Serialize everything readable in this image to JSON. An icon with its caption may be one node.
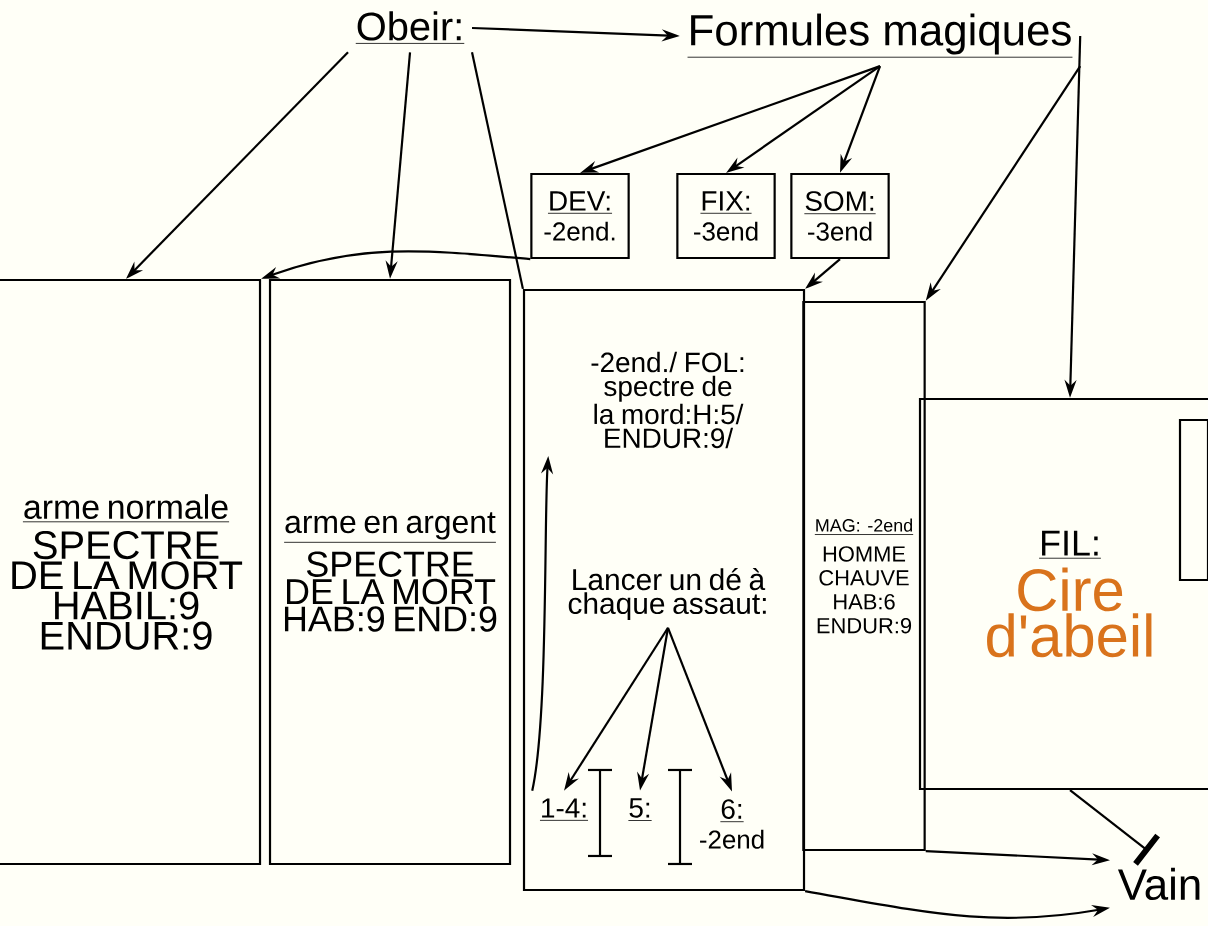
{
  "diagram": {
    "nodes": [
      {
        "text": [
          "Obeir:"
        ]
      },
      {
        "text": [
          "Formules magiques"
        ]
      },
      {
        "text": [
          "DEV:",
          "-2end."
        ]
      },
      {
        "text": [
          "FIX:",
          "-3end"
        ]
      },
      {
        "text": [
          "SOM:",
          "-3end"
        ]
      },
      {
        "text": [
          "arme normale",
          "SPECTRE DE LA MORT HABIL:9 ENDUR:9"
        ]
      },
      {
        "text": [
          "arme en argent",
          "SPECTRE DE LA MORT HAB:9 END:9"
        ]
      },
      {
        "text": [],
        "shape": "box"
      },
      {
        "text": [
          "-2end./ FOL: spectre de la mord:H:5/ ENDUR:9/"
        ],
        "in": 7
      },
      {
        "text": [
          "Lancer un dé à chaque assaut:"
        ],
        "in": 7
      },
      {
        "text": [
          "1-4:"
        ],
        "in": 7
      },
      {
        "text": [
          "5:"
        ],
        "in": 7
      },
      {
        "text": [
          "6:",
          "-2end"
        ],
        "in": 7
      },
      {
        "text": [
          "MAG: -2end",
          "HOMME CHAUVE HAB:6 ENDUR:9"
        ]
      },
      {
        "text": [
          "FIL:",
          "Cire d'abeil"
        ]
      },
      {
        "text": [
          "Vain"
        ]
      },
      {
        "text": [],
        "shape": "box",
        "in": 14
      }
    ],
    "edges": [
      {
        "from": 0,
        "to": 1,
        "arrow": "to"
      },
      {
        "from": 0,
        "to": 5,
        "arrow": "to"
      },
      {
        "from": 0,
        "to": 6,
        "arrow": "to"
      },
      {
        "from": 0,
        "to": 7,
        "arrow": "none"
      },
      {
        "from": 1,
        "to": 2,
        "arrow": "to"
      },
      {
        "from": 1,
        "to": 3,
        "arrow": "to"
      },
      {
        "from": 1,
        "to": 4,
        "arrow": "to"
      },
      {
        "from": 1,
        "to": 13,
        "arrow": "to"
      },
      {
        "from": 1,
        "to": 14,
        "arrow": "to"
      },
      {
        "from": 2,
        "to": 5,
        "arrow": "to"
      },
      {
        "from": 4,
        "to": 7,
        "arrow": "to"
      },
      {
        "from": 9,
        "to": 10,
        "arrow": "to"
      },
      {
        "from": 9,
        "to": 11,
        "arrow": "to"
      },
      {
        "from": 9,
        "to": 12,
        "arrow": "to"
      },
      {
        "from": 10,
        "to": 8,
        "arrow": "to"
      },
      {
        "from": 13,
        "to": 15,
        "arrow": "to"
      },
      {
        "from": 7,
        "to": 15,
        "arrow": "to"
      },
      {
        "from": 14,
        "to": 15,
        "arrow": "other"
      }
    ]
  }
}
